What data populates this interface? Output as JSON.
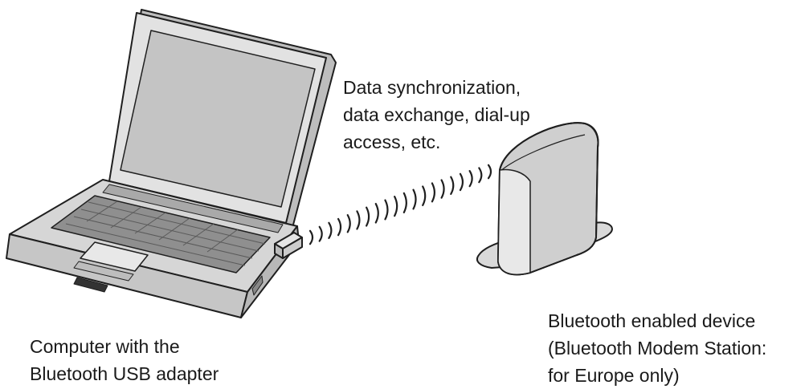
{
  "captions": {
    "connection": [
      "Data synchronization,",
      "data exchange, dial-up",
      "access, etc."
    ],
    "device": [
      "Bluetooth enabled device",
      "(Bluetooth Modem Station:",
      "for Europe only)"
    ],
    "computer": [
      "Computer with the",
      "Bluetooth USB adapter"
    ]
  },
  "colors": {
    "outline": "#1f1f1f",
    "laptop_body": "#d6d6d6",
    "screen": "#c4c4c4",
    "device_body": "#cfcfcf",
    "background": "#ffffff"
  },
  "icons": [
    "laptop-computer-icon",
    "usb-adapter-icon",
    "wireless-signal-icon",
    "bluetooth-modem-icon"
  ]
}
